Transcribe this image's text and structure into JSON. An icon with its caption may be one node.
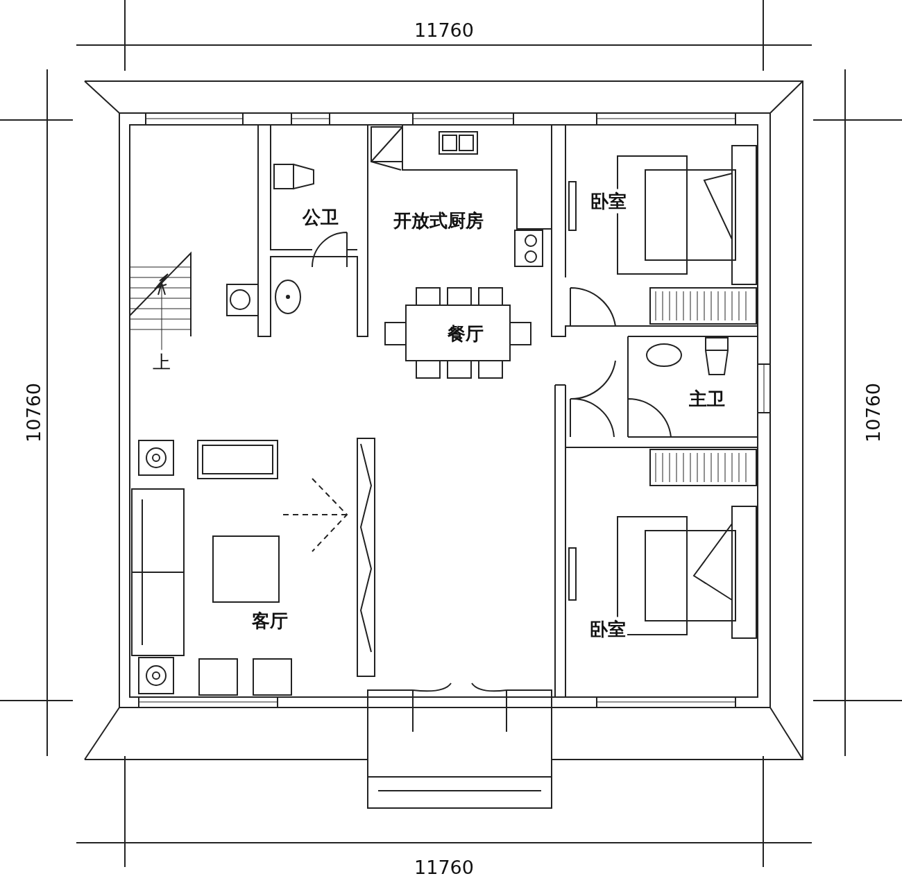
{
  "diagram": {
    "labels": [
      "11760",
      "卧室",
      "公卫",
      "开放式厨房",
      "餐厅",
      "上",
      "主卫",
      "10760",
      "10760",
      "客厅",
      "卧室",
      "11760"
    ]
  }
}
